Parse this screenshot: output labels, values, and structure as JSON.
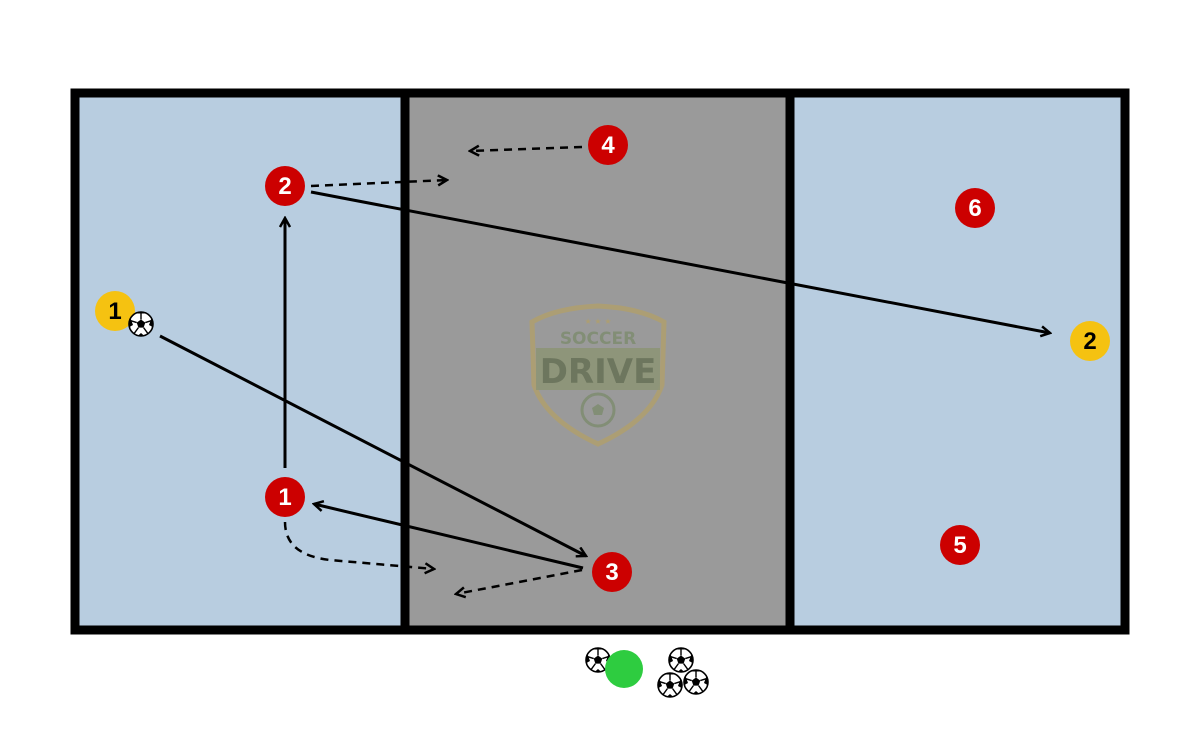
{
  "colors": {
    "field_zone": "#b8cde0",
    "center_zone": "#9a9a9a",
    "lines": "#000000",
    "red_player": "#cc0000",
    "yellow_player": "#f5c211",
    "coach": "#2ecc40",
    "logo": "#8c8c6a"
  },
  "logo": {
    "top_text": "SOCCER",
    "main_text": "DRIVE",
    "stars": "★ ★ ★"
  },
  "red_players": [
    {
      "label": "1"
    },
    {
      "label": "2"
    },
    {
      "label": "3"
    },
    {
      "label": "4"
    },
    {
      "label": "5"
    },
    {
      "label": "6"
    }
  ],
  "yellow_players": [
    {
      "label": "1"
    },
    {
      "label": "2"
    }
  ],
  "icons": {
    "ball": "soccer-ball-icon",
    "coach": "coach-marker-icon"
  }
}
